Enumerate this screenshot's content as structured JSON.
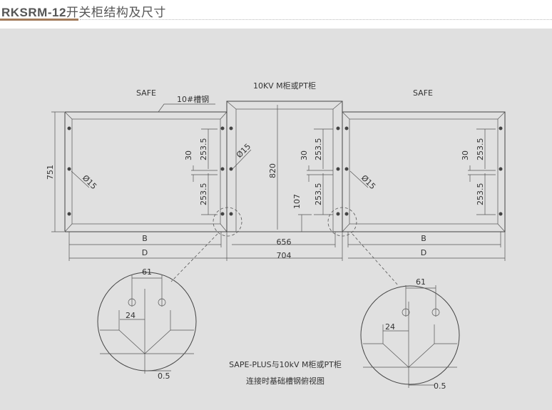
{
  "header": {
    "title_bold": "RKSRM-12",
    "title_rest": "开关柜结构及尺寸"
  },
  "drawing": {
    "left_label": "SAFE",
    "middle_label": "10KV M柜或PT柜",
    "right_label": "SAFE",
    "channel_label": "10#槽钢",
    "dim_751": "751",
    "dim_820": "820",
    "dim_2535": "253.5",
    "dim_30": "30",
    "dim_107": "107",
    "hole": "Ø15",
    "dim_B": "B",
    "dim_D": "D",
    "dim_656": "656",
    "dim_704": "704",
    "detail_61": "61",
    "detail_24": "24",
    "detail_05": "0.5",
    "caption_line1": "SAPE-PLUS与10kV M柜或PT柜",
    "caption_line2": "连接时基础槽钢俯视图"
  }
}
